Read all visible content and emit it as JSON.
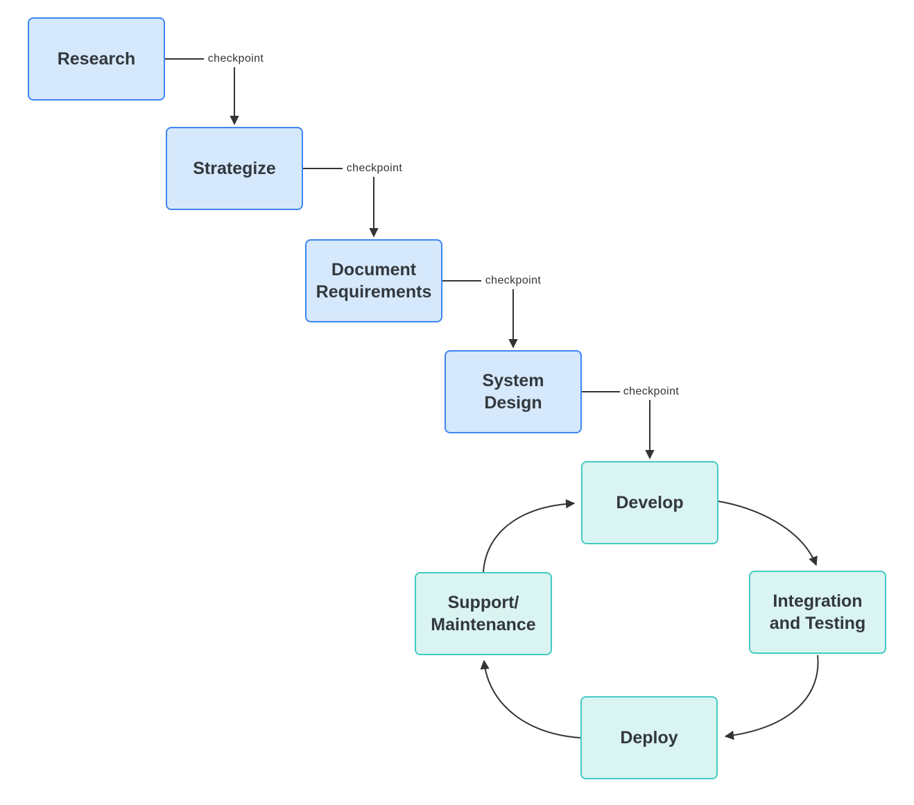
{
  "diagram": {
    "type": "flowchart",
    "description": "Waterfall phases flowing into a development cycle",
    "colors": {
      "waterfall_fill": "#d6e8fb",
      "waterfall_border": "#3d85f2",
      "cycle_fill": "#daf4f1",
      "cycle_border": "#43cbc1",
      "line": "#333333",
      "text": "#32383e",
      "background": "#ffffff"
    },
    "nodes": [
      {
        "id": "research",
        "label": "Research",
        "group": "waterfall"
      },
      {
        "id": "strategize",
        "label": "Strategize",
        "group": "waterfall"
      },
      {
        "id": "document-requirements",
        "label": "Document\nRequirements",
        "group": "waterfall"
      },
      {
        "id": "system-design",
        "label": "System\nDesign",
        "group": "waterfall"
      },
      {
        "id": "develop",
        "label": "Develop",
        "group": "cycle"
      },
      {
        "id": "integration-and-testing",
        "label": "Integration\nand Testing",
        "group": "cycle"
      },
      {
        "id": "deploy",
        "label": "Deploy",
        "group": "cycle"
      },
      {
        "id": "support-maintenance",
        "label": "Support/\nMaintenance",
        "group": "cycle"
      }
    ],
    "edges": [
      {
        "from": "research",
        "to": "strategize",
        "label": "checkpoint"
      },
      {
        "from": "strategize",
        "to": "document-requirements",
        "label": "checkpoint"
      },
      {
        "from": "document-requirements",
        "to": "system-design",
        "label": "checkpoint"
      },
      {
        "from": "system-design",
        "to": "develop",
        "label": "checkpoint"
      },
      {
        "from": "develop",
        "to": "integration-and-testing",
        "label": ""
      },
      {
        "from": "integration-and-testing",
        "to": "deploy",
        "label": ""
      },
      {
        "from": "deploy",
        "to": "support-maintenance",
        "label": ""
      },
      {
        "from": "support-maintenance",
        "to": "develop",
        "label": ""
      }
    ]
  }
}
